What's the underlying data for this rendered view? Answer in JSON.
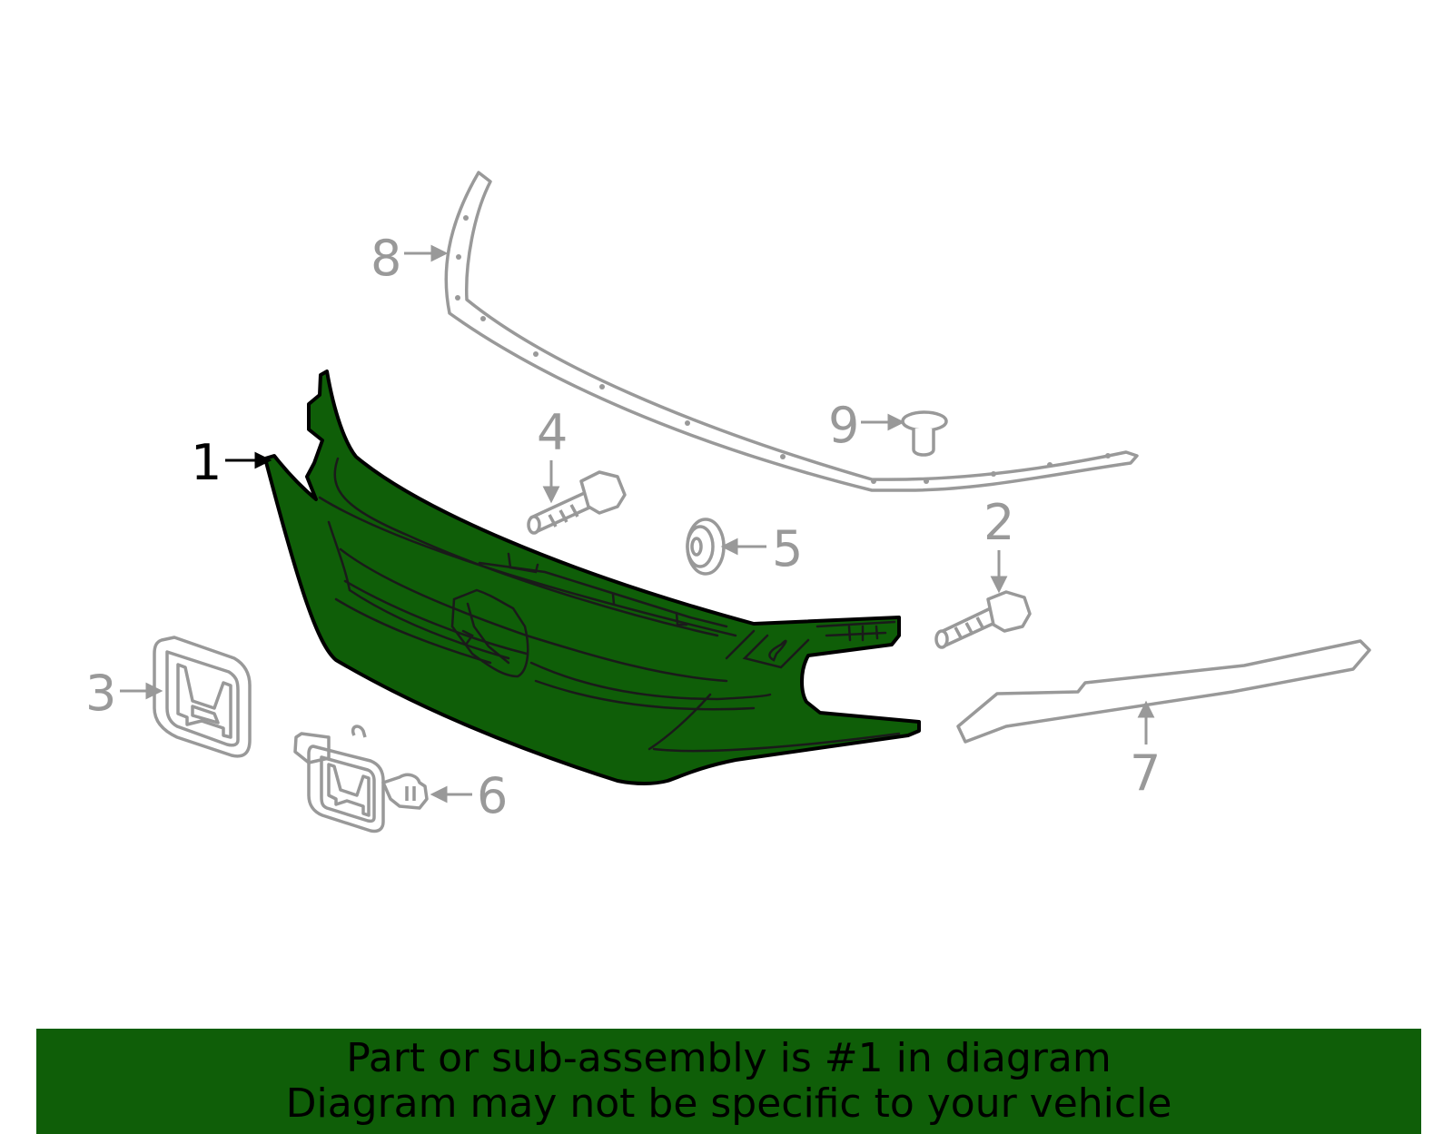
{
  "colors": {
    "highlight": "#0f5e08",
    "part_outline": "#999999",
    "selected_outline": "#000000"
  },
  "callouts": {
    "c1": "1",
    "c2": "2",
    "c3": "3",
    "c4": "4",
    "c5": "5",
    "c6": "6",
    "c7": "7",
    "c8": "8",
    "c9": "9"
  },
  "banner": {
    "line1": "Part or sub-assembly is #1 in diagram",
    "line2": "Diagram may not be specific to your vehicle"
  }
}
